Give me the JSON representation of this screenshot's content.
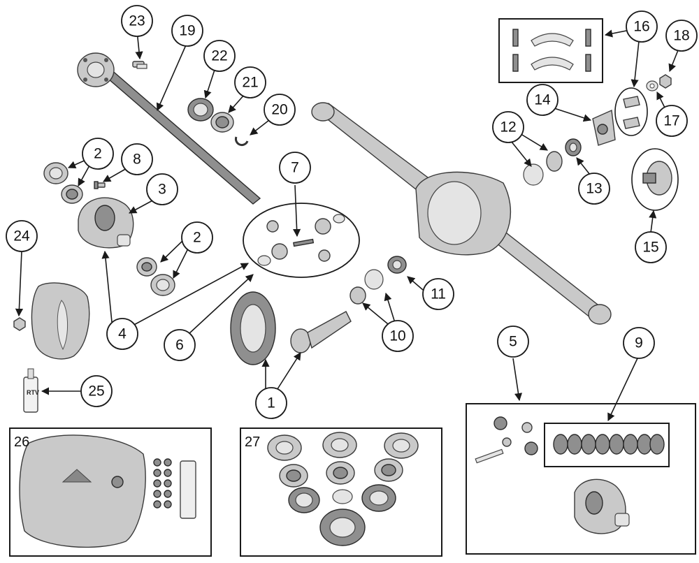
{
  "callouts": {
    "c1": "1",
    "c2a": "2",
    "c2b": "2",
    "c3": "3",
    "c4": "4",
    "c5": "5",
    "c6": "6",
    "c7": "7",
    "c8": "8",
    "c9": "9",
    "c10": "10",
    "c11": "11",
    "c12": "12",
    "c13": "13",
    "c14": "14",
    "c15": "15",
    "c16": "16",
    "c17": "17",
    "c18": "18",
    "c19": "19",
    "c20": "20",
    "c21": "21",
    "c22": "22",
    "c23": "23",
    "c24": "24",
    "c25": "25"
  },
  "boxes": {
    "kit26": "26",
    "kit27": "27"
  },
  "rtv_tube_text": "RTV"
}
